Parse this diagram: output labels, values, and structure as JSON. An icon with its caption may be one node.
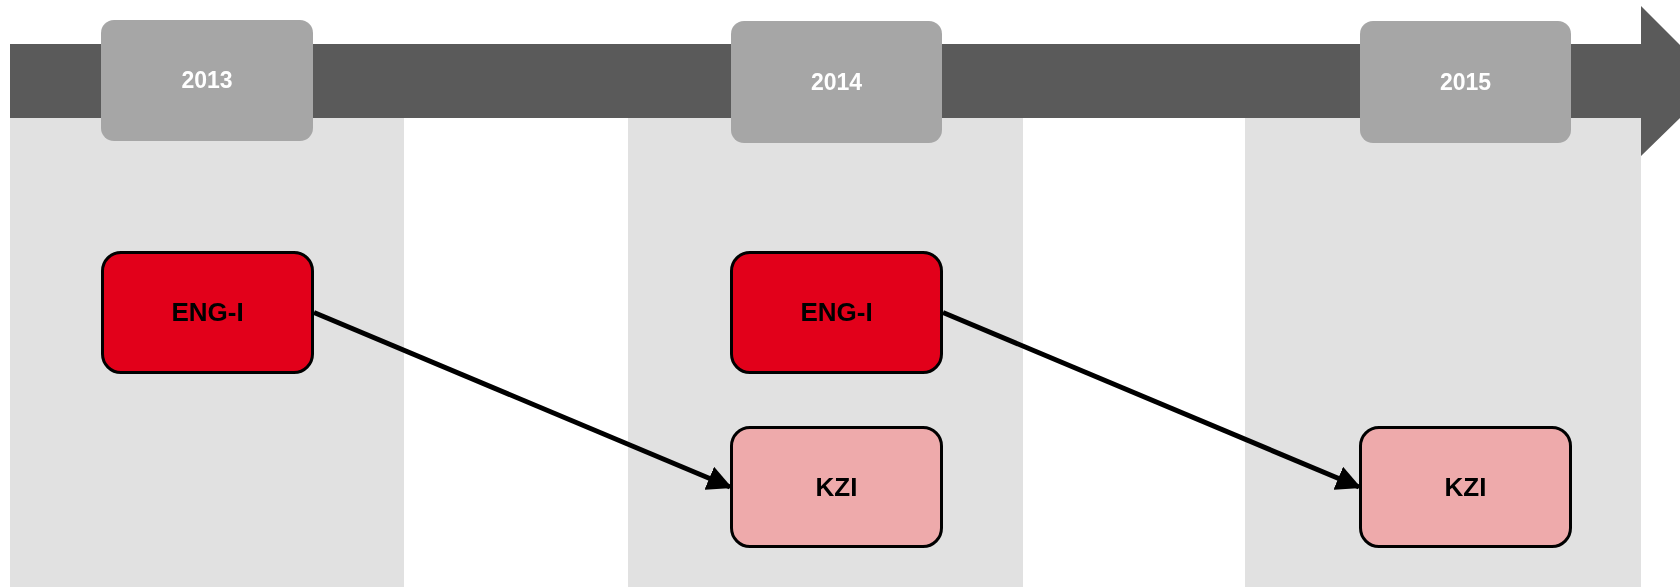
{
  "diagram": {
    "nodes": [
      {
        "text": [
          "2013"
        ]
      },
      {
        "text": [
          "ENG-I"
        ]
      },
      {
        "text": [
          "2014"
        ]
      },
      {
        "text": [
          "ENG-I"
        ]
      },
      {
        "text": [
          "KZI"
        ]
      },
      {
        "text": [
          "2015"
        ]
      },
      {
        "text": [
          "KZI"
        ]
      }
    ],
    "edges": [
      {
        "from": 1,
        "to": 4,
        "arrow": "to"
      },
      {
        "from": 3,
        "to": 6,
        "arrow": "to"
      }
    ]
  }
}
